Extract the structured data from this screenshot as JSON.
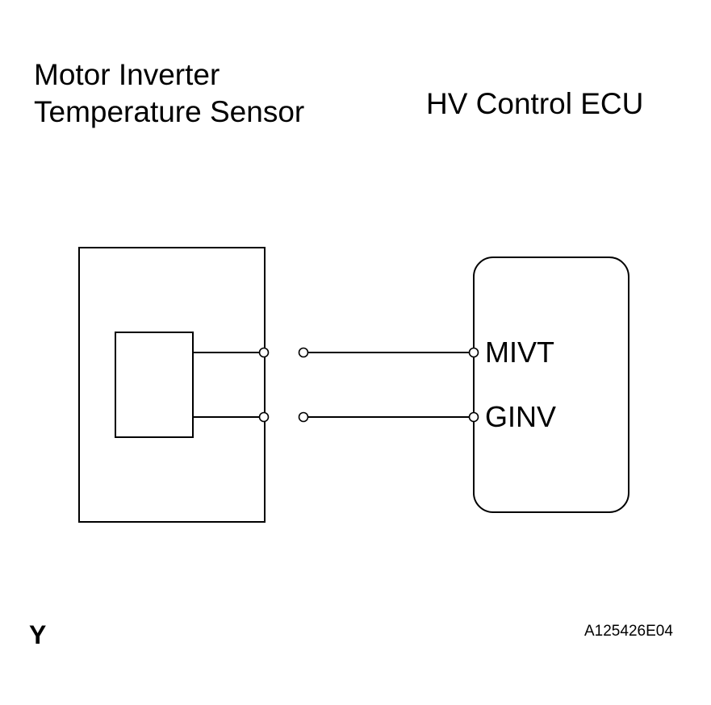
{
  "sensor": {
    "title_line1": "Motor Inverter",
    "title_line2": "Temperature Sensor"
  },
  "ecu": {
    "title": "HV Control ECU",
    "pins": [
      "MIVT",
      "GINV"
    ]
  },
  "footer": {
    "corner_letter": "Y",
    "figure_id": "A125426E04"
  }
}
